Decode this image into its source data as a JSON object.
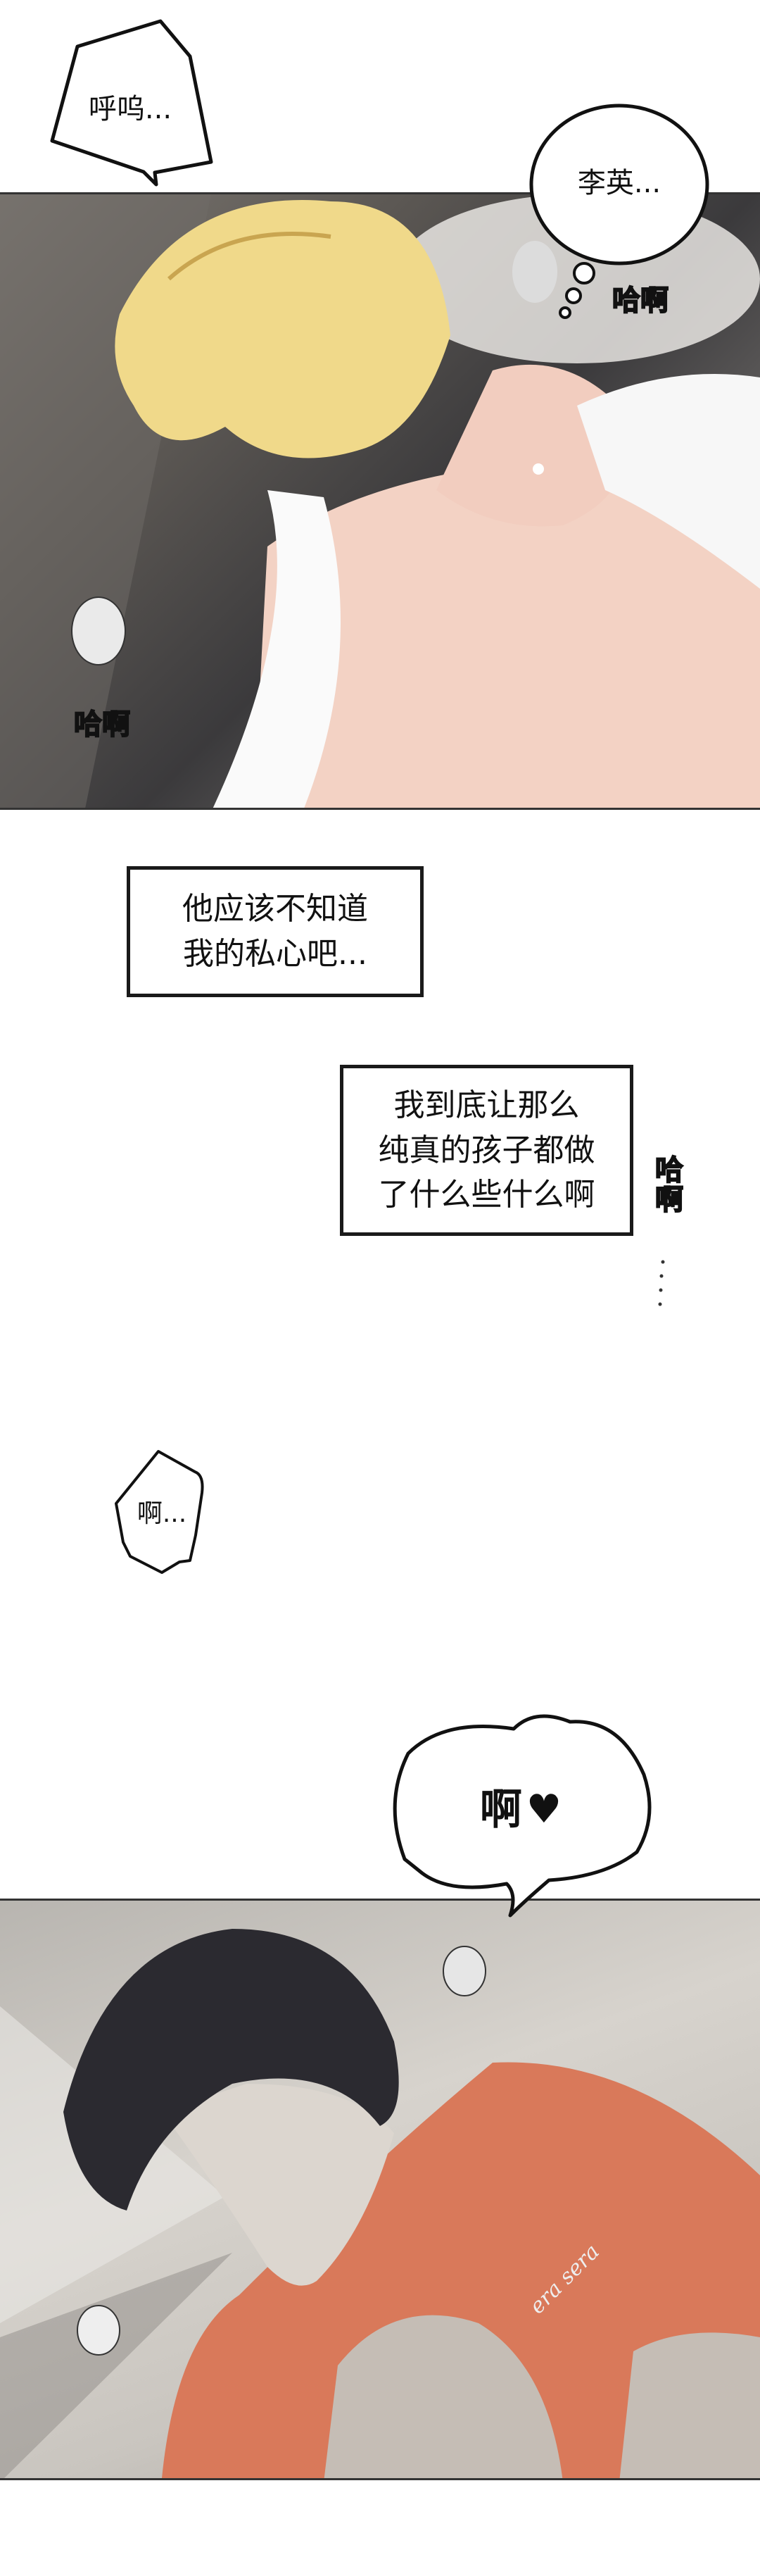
{
  "dialogue": {
    "bubble_sigh": "呼呜...",
    "thought_name": "李英...",
    "bubble_ah": "啊...",
    "bubble_ah_heart": "啊",
    "heart_icon": "heart-icon"
  },
  "captions": {
    "caption_1": "他应该不知道\n我的私心吧...",
    "caption_2": "我到底让那么\n纯真的孩子都做\n了什么些什么啊"
  },
  "sound_effects": {
    "panting_1": "哈啊",
    "panting_2": "哈啊",
    "panting_3": "哈啊"
  },
  "artwork_text": {
    "shirt_print": "era sera"
  },
  "colors": {
    "blond_hair": "#f0d98a",
    "skin": "#f3d2c4",
    "shirt_orange": "#d9795a",
    "dark_hair": "#2b2a30"
  }
}
